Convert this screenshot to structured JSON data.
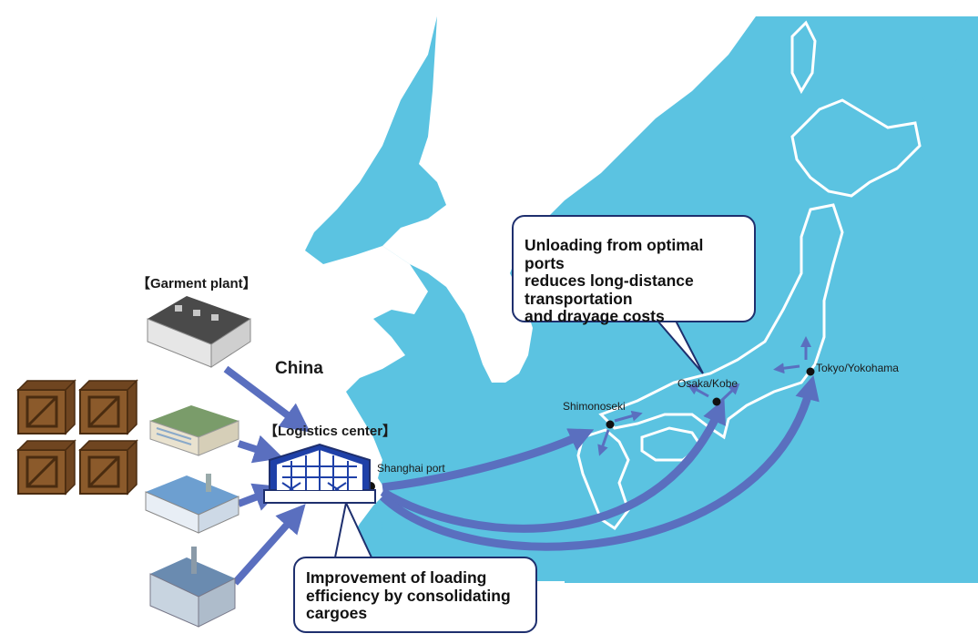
{
  "colors": {
    "sea": "#5bc3e1",
    "land": "#ffffff",
    "arrow": "#5a6fbf",
    "border": "#1e2f6e",
    "crate": "#8b5a2b"
  },
  "labels": {
    "garment_plant": "【Garment plant】",
    "china": "China",
    "logistics_center": "【Logistics center】",
    "shanghai": "Shanghai port",
    "shimonoseki": "Shimonoseki",
    "osaka": "Osaka/Kobe",
    "tokyo": "Tokyo/Yokohama"
  },
  "callout_ports": {
    "lines": [
      "Unloading from optimal ports",
      "reduces long-distance",
      "transportation",
      "and drayage costs"
    ]
  },
  "callout_loading": {
    "lines": [
      "Improvement of loading",
      "efficiency by consolidating",
      "cargoes"
    ]
  }
}
